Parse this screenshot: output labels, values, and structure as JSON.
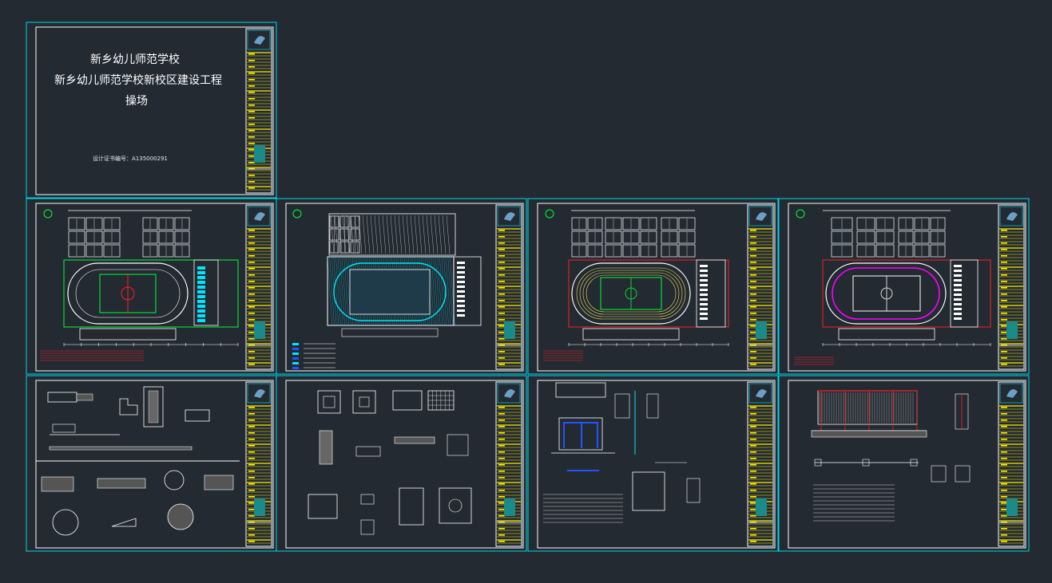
{
  "cover": {
    "line1": "新乡幼儿师范学校",
    "line2": "新乡幼儿师范学校新校区建设工程",
    "line3": "操场",
    "cert": "设计证书编号：A135000291"
  },
  "colors": {
    "background": "#232a32",
    "sheet_border": "#00d7e6",
    "line": "#ffffff",
    "title_strip": "#ffee00",
    "green": "#00ff33",
    "red": "#ff2020",
    "magenta": "#ff00ff",
    "blue": "#2255ff",
    "cyan": "#00e5ff"
  },
  "sheets": [
    {
      "id": "cover",
      "type": "cover"
    },
    {
      "id": "plan-1",
      "type": "site-plan"
    },
    {
      "id": "plan-2",
      "type": "hatched-plan"
    },
    {
      "id": "plan-3",
      "type": "track-plan"
    },
    {
      "id": "plan-4",
      "type": "magenta-plan"
    },
    {
      "id": "detail-1",
      "type": "details"
    },
    {
      "id": "detail-2",
      "type": "details"
    },
    {
      "id": "detail-3",
      "type": "sections"
    },
    {
      "id": "detail-4",
      "type": "elevation"
    }
  ]
}
